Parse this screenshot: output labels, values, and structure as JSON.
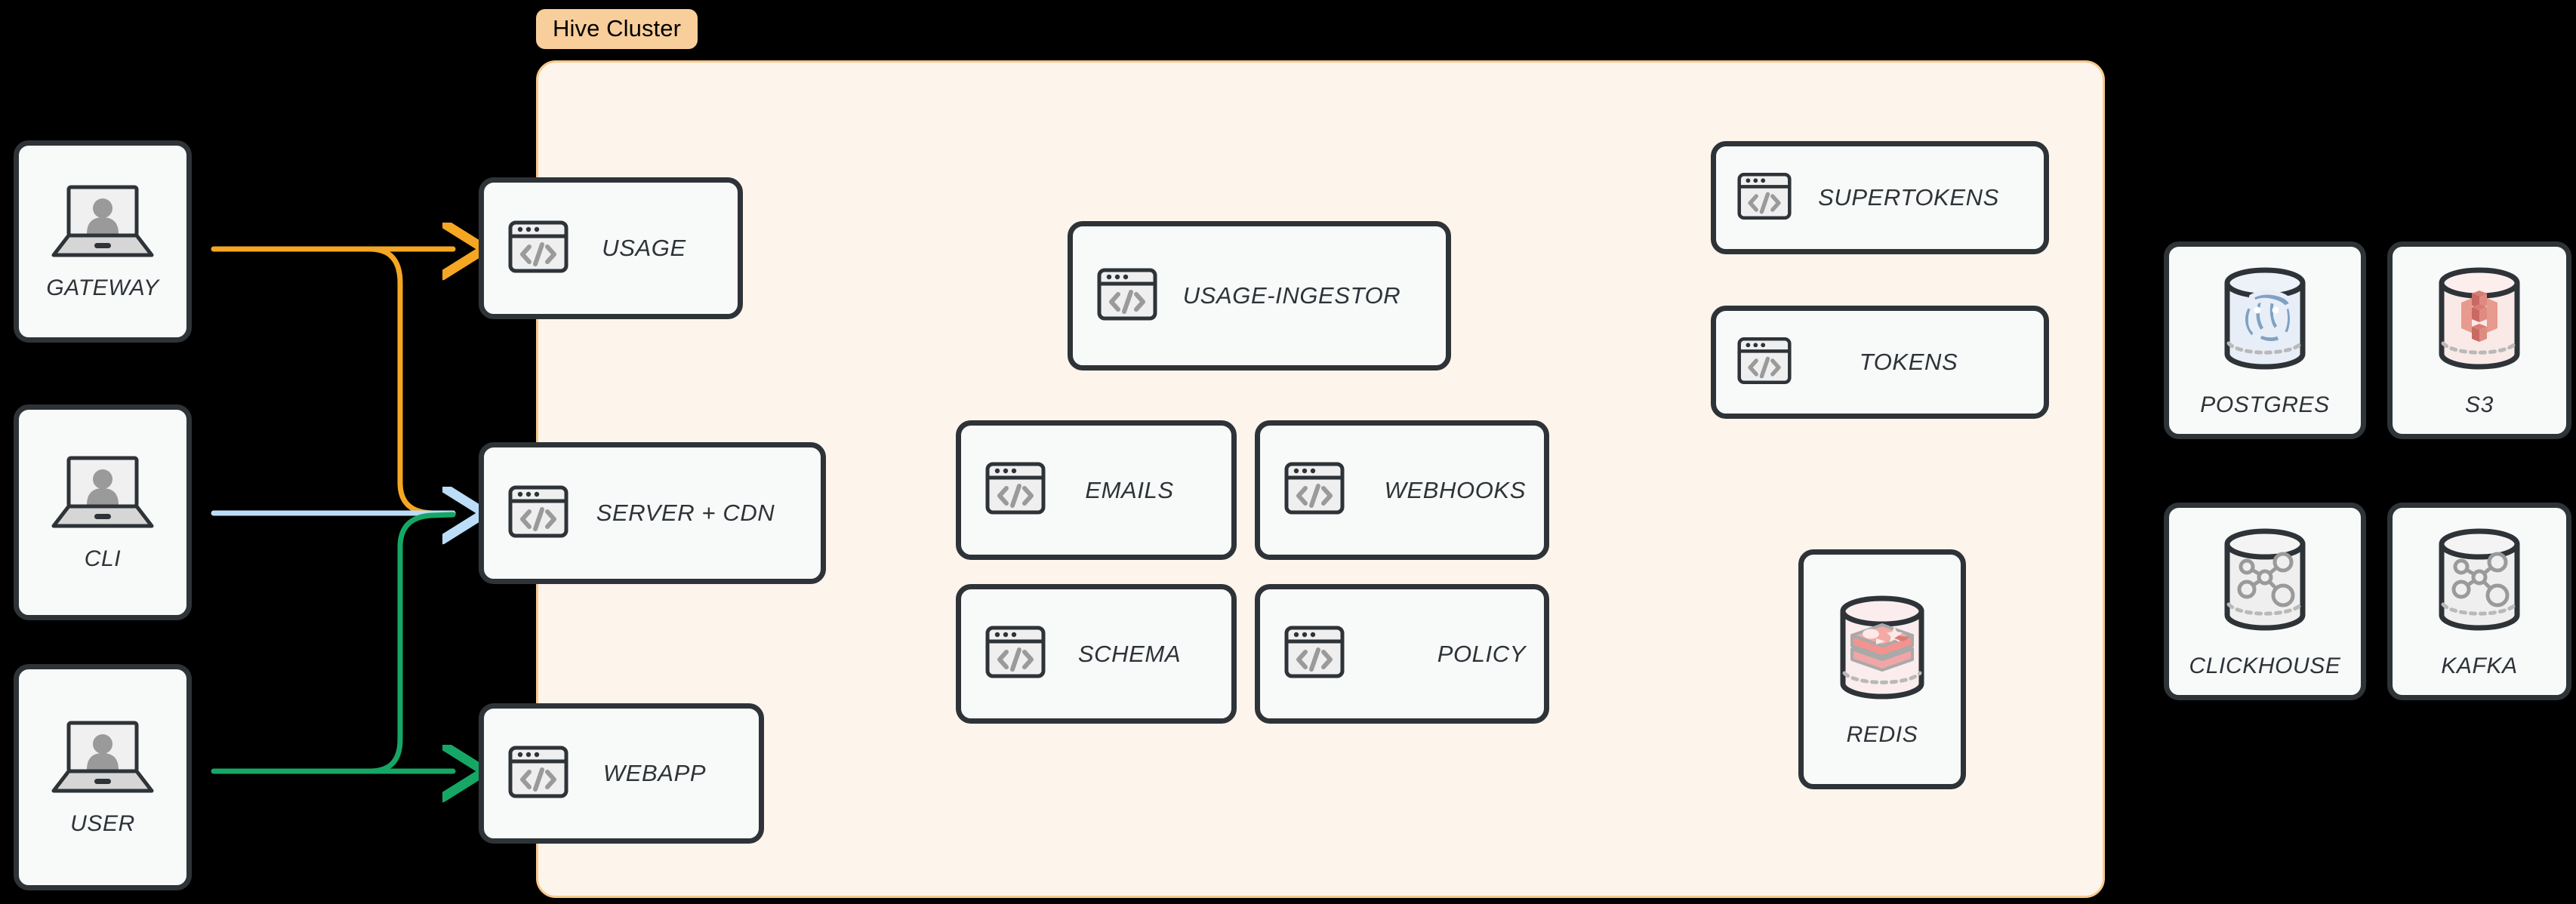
{
  "diagram": {
    "title": "Hive Cluster architecture",
    "background_color": "#000000",
    "cluster": {
      "badge_label": "Hive Cluster",
      "badge_bg": "#F8CE9B",
      "panel_bg": "#FDF4EC",
      "panel_border": "#F7C98B"
    },
    "palette": {
      "card_bg": "#F8F9F9",
      "card_border": "#2E3338",
      "text": "#2E3338",
      "edge_gateway": "#F5A623",
      "edge_cli": "#BBDDF7",
      "edge_user": "#16A765",
      "icon_glyph": "#9A9A9A",
      "icon_fill": "#EFEFEF"
    }
  },
  "actors": [
    {
      "id": "gateway",
      "label": "GATEWAY",
      "icon": "laptop-user-icon"
    },
    {
      "id": "cli",
      "label": "CLI",
      "icon": "laptop-user-icon"
    },
    {
      "id": "user",
      "label": "USER",
      "icon": "laptop-user-icon"
    }
  ],
  "edges": [
    {
      "from": "GATEWAY",
      "to": "USAGE",
      "color": "#F5A623",
      "name": "gateway-to-usage"
    },
    {
      "from": "GATEWAY",
      "to": "SERVER + CDN",
      "color": "#F5A623",
      "name": "gateway-to-server-cdn"
    },
    {
      "from": "CLI",
      "to": "SERVER + CDN",
      "color": "#BBDDF7",
      "name": "cli-to-server-cdn"
    },
    {
      "from": "USER",
      "to": "SERVER + CDN",
      "color": "#16A765",
      "name": "user-to-server-cdn"
    },
    {
      "from": "USER",
      "to": "WEBAPP",
      "color": "#16A765",
      "name": "user-to-webapp"
    }
  ],
  "edge_services": [
    {
      "id": "usage",
      "label": "USAGE",
      "icon": "code-window-icon"
    },
    {
      "id": "server-cdn",
      "label": "SERVER + CDN",
      "icon": "code-window-icon"
    },
    {
      "id": "webapp",
      "label": "WEBAPP",
      "icon": "code-window-icon"
    }
  ],
  "core_services": [
    {
      "id": "usage-ingestor",
      "label": "USAGE-INGESTOR",
      "icon": "code-window-icon"
    },
    {
      "id": "emails",
      "label": "EMAILS",
      "icon": "code-window-icon"
    },
    {
      "id": "webhooks",
      "label": "WEBHOOKS",
      "icon": "code-window-icon"
    },
    {
      "id": "schema",
      "label": "SCHEMA",
      "icon": "code-window-icon"
    },
    {
      "id": "policy",
      "label": "POLICY",
      "icon": "code-window-icon"
    }
  ],
  "auth_services": [
    {
      "id": "supertokens",
      "label": "SUPERTOKENS",
      "icon": "code-window-icon"
    },
    {
      "id": "tokens",
      "label": "TOKENS",
      "icon": "code-window-icon"
    }
  ],
  "cluster_datastores": [
    {
      "id": "redis",
      "label": "REDIS",
      "icon": "redis-cylinder-icon",
      "accent": "#F0A6A6"
    }
  ],
  "external_datastores": [
    {
      "id": "postgres",
      "label": "POSTGRES",
      "icon": "postgres-cylinder-icon",
      "accent": "#7FA2C4"
    },
    {
      "id": "s3",
      "label": "S3",
      "icon": "s3-cylinder-icon",
      "accent": "#D98577"
    },
    {
      "id": "clickhouse",
      "label": "CLICKHOUSE",
      "icon": "graph-cylinder-icon",
      "accent": "#9A9A9A"
    },
    {
      "id": "kafka",
      "label": "KAFKA",
      "icon": "graph-cylinder-icon",
      "accent": "#9A9A9A"
    }
  ]
}
